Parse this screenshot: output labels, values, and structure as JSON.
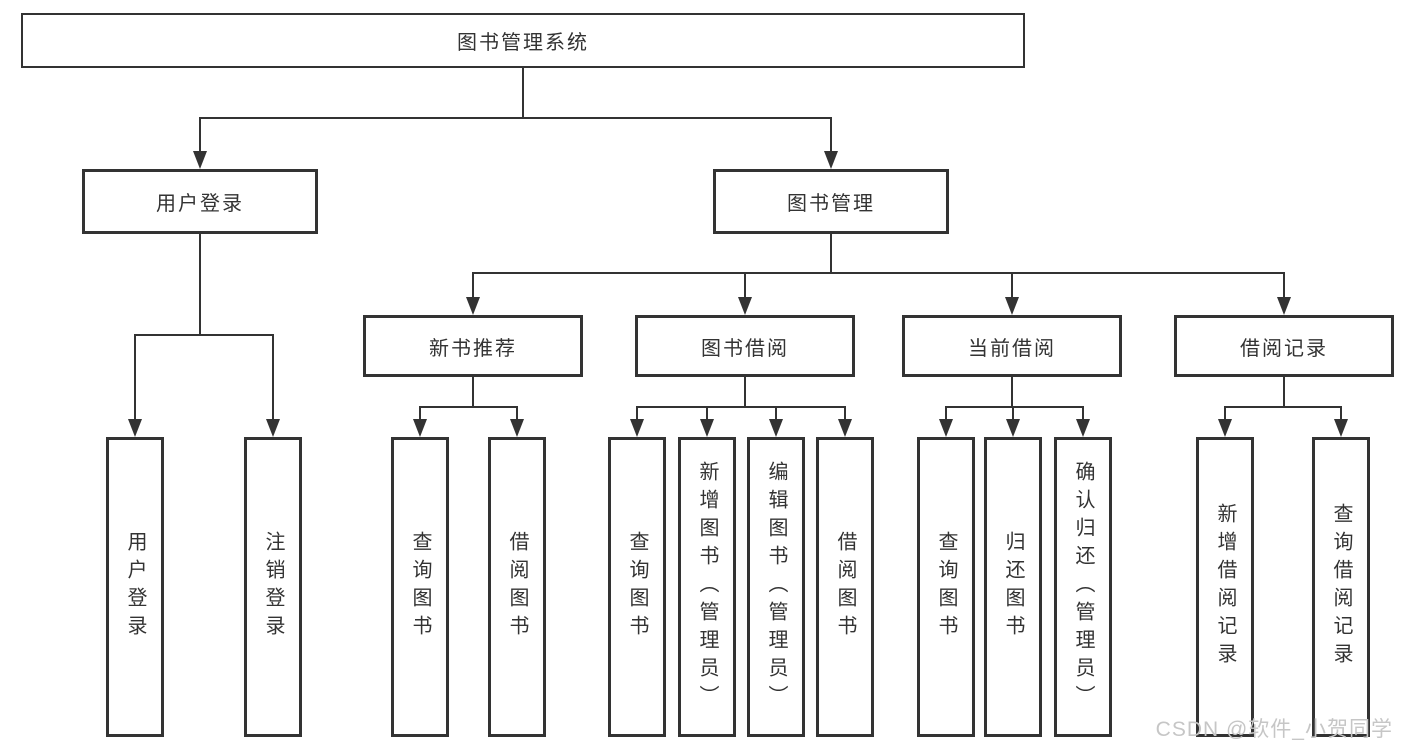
{
  "diagram": {
    "root": {
      "label": "图书管理系统"
    },
    "branches": [
      {
        "label": "用户登录",
        "children": [
          {
            "label": "用户登录"
          },
          {
            "label": "注销登录"
          }
        ]
      },
      {
        "label": "图书管理",
        "children": [
          {
            "label": "新书推荐",
            "children": [
              {
                "label": "查询图书"
              },
              {
                "label": "借阅图书"
              }
            ]
          },
          {
            "label": "图书借阅",
            "children": [
              {
                "label": "查询图书"
              },
              {
                "label": "新增图书（管理员）"
              },
              {
                "label": "编辑图书（管理员）"
              },
              {
                "label": "借阅图书"
              }
            ]
          },
          {
            "label": "当前借阅",
            "children": [
              {
                "label": "查询图书"
              },
              {
                "label": "归还图书"
              },
              {
                "label": "确认归还（管理员）"
              }
            ]
          },
          {
            "label": "借阅记录",
            "children": [
              {
                "label": "新增借阅记录"
              },
              {
                "label": "查询借阅记录"
              }
            ]
          }
        ]
      }
    ]
  },
  "watermark": "CSDN @软件_小贺同学",
  "colors": {
    "line": "#333333",
    "text": "#333333",
    "box_background": "#ffffff",
    "watermark": "#c6c6c6",
    "background": "#ffffff"
  }
}
